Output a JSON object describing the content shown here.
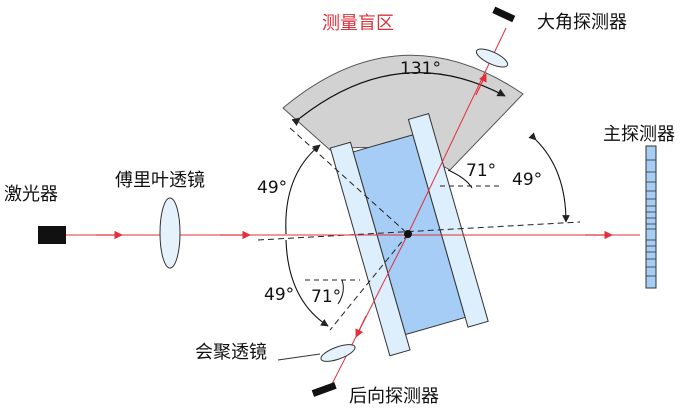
{
  "labels": {
    "laser": "激光器",
    "fourier_lens": "傅里叶透镜",
    "blind_zone": "测量盲区",
    "wide_angle_detector": "大角探测器",
    "main_detector": "主探测器",
    "converging_lens": "会聚透镜",
    "back_detector": "后向探测器"
  },
  "angles": {
    "blind_zone_span": "131°",
    "upper_left": "49°",
    "upper_right": "49°",
    "upper_inner": "71°",
    "lower_left": "49°",
    "lower_inner": "71°"
  },
  "colors": {
    "beam": "#e0303a",
    "cell_fill": "#a6cdf5",
    "window_fill": "#ddeefc",
    "blind_zone_fill": "#d2d2d2",
    "label_highlight": "#e0303a"
  }
}
